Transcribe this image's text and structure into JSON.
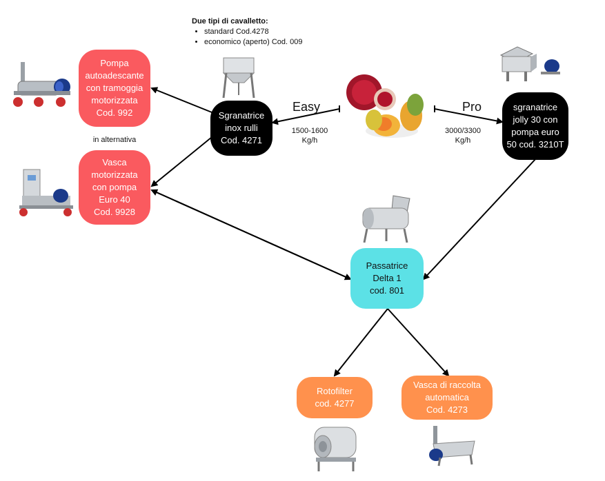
{
  "note": {
    "title": "Due tipi di cavalletto",
    "items": [
      "standard Cod.4278",
      "economico (aperto) Cod. 009"
    ]
  },
  "nodes": {
    "pompa": [
      "Pompa",
      "autoadescante",
      "con tramoggia",
      "motorizzata",
      "Cod. 992"
    ],
    "vasca_motorizzata": [
      "Vasca",
      "motorizzata",
      "con pompa",
      "Euro 40",
      "Cod. 9928"
    ],
    "sgranatrice_inox": [
      "Sgranatrice",
      "inox rulli",
      "Cod. 4271"
    ],
    "sgranatrice_jolly": [
      "sgranatrice",
      "jolly 30 con",
      "pompa euro",
      "50 cod. 3210T"
    ],
    "passatrice": [
      "Passatrice",
      "Delta 1",
      "cod. 801"
    ],
    "rotofilter": [
      "Rotofilter",
      "cod. 4277"
    ],
    "vasca_raccolta": [
      "Vasca di raccolta",
      "automatica",
      "Cod. 4273"
    ]
  },
  "labels": {
    "alternativa": "in alternativa",
    "easy": "Easy",
    "pro": "Pro",
    "easy_rate": [
      "1500-1600",
      "Kg/h"
    ],
    "pro_rate": [
      "3000/3300",
      "Kg/h"
    ]
  },
  "colors": {
    "red": "#fa5a5f",
    "black": "#000000",
    "cyan": "#5ce1e6",
    "orange": "#ff914d"
  },
  "icons": {
    "pompa": "pump-machine-icon",
    "vasca_motorizzata": "motorized-tank-icon",
    "sgranatrice_inox": "destemmer-machine-icon",
    "sgranatrice_jolly": "jolly-destemmer-icon",
    "fruit": "pomegranate-prickly-pear-icon",
    "passatrice": "passatrice-machine-icon",
    "rotofilter": "rotofilter-machine-icon",
    "vasca_raccolta": "collection-tank-icon"
  }
}
